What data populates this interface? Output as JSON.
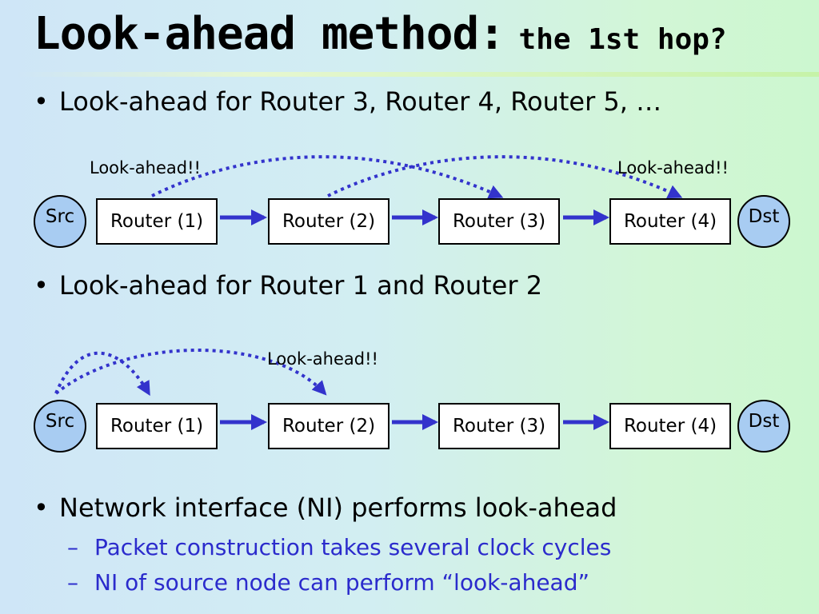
{
  "title": {
    "main": "Look-ahead method:",
    "sub": "the 1st hop?"
  },
  "bullets": [
    {
      "text": "Look-ahead for Router 3,  Router 4,  Router 5, …"
    },
    {
      "text": "Look-ahead for Router 1 and Router 2"
    },
    {
      "text": "Network interface (NI) performs look-ahead"
    }
  ],
  "sub_bullets": [
    {
      "text": "Packet construction takes several clock cycles"
    },
    {
      "text": "NI of source node can perform “look-ahead”"
    }
  ],
  "bullet_marker": "•",
  "dash_marker": "–",
  "diagram1": {
    "src": "Src",
    "dst": "Dst",
    "routers": [
      "Router (1)",
      "Router (2)",
      "Router (3)",
      "Router (4)"
    ],
    "labels": [
      "Look-ahead!!",
      "Look-ahead!!"
    ]
  },
  "diagram2": {
    "src": "Src",
    "dst": "Dst",
    "routers": [
      "Router (1)",
      "Router (2)",
      "Router (3)",
      "Router (4)"
    ],
    "labels": [
      "Look-ahead!!"
    ]
  },
  "colors": {
    "arrow": "#3333cc",
    "node_fill": "#a8ccf2",
    "sub_text": "#2b2bcc"
  }
}
